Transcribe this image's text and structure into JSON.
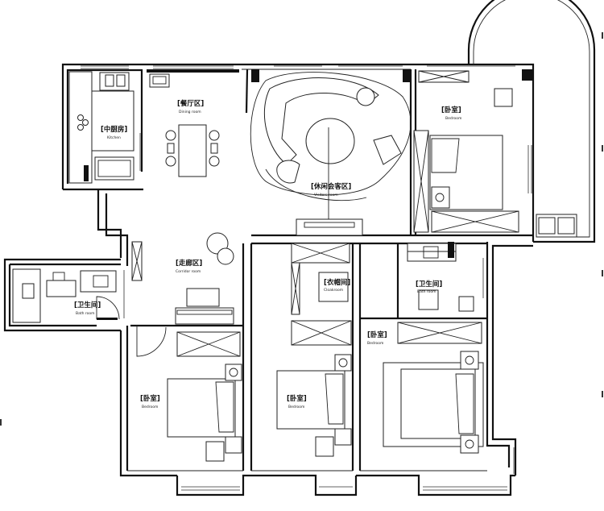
{
  "rooms": {
    "kitchen": {
      "label": "[中厨房]",
      "sub": "Kitchen"
    },
    "dining": {
      "label": "[餐厅区]",
      "sub": "Dining room"
    },
    "living": {
      "label": "[休闲会客区]",
      "sub": "Visitors room"
    },
    "master": {
      "label": "[卧室]",
      "sub": "Bedroom"
    },
    "guest_wc": {
      "label": "[卫生间]",
      "sub": "Bath room"
    },
    "corridor": {
      "label": "[走廊区]",
      "sub": "Corridor room"
    },
    "cloak": {
      "label": "[衣帽间]",
      "sub": "Cloakroom"
    },
    "master_wc": {
      "label": "[卫生间]",
      "sub": "Bath room"
    },
    "bed_left": {
      "label": "[卧室]",
      "sub": "Bedroom"
    },
    "bed_mid": {
      "label": "[卧室]",
      "sub": "Bedroom"
    },
    "bed_right": {
      "label": "[卧室]",
      "sub": "Bedroom"
    }
  }
}
